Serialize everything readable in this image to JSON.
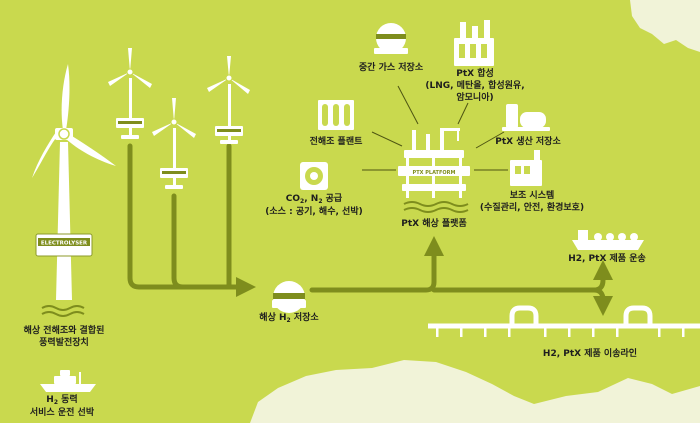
{
  "colors": {
    "background": "#c9d94e",
    "flow": "#7e8d1d",
    "land": "#f1f3d8",
    "icon": "#ffffff",
    "icon_stroke": "#c9d94e",
    "text": "#1e1e1e"
  },
  "turbine_sign": "ELECTROLYSER",
  "platform_sign": "PTX PLATFORM",
  "labels": {
    "offshore_wind": {
      "line1": "해상 전해조와 결합된",
      "line2": "풍력발전장치"
    },
    "h2_service": {
      "pre": "H",
      "sub": "2",
      "post": " 동력",
      "line2": "서비스 운전 선박"
    },
    "h2_storage": {
      "pre": "해상 H",
      "sub": "2",
      "post": " 저장소"
    },
    "gas_storage": "중간 가스 저장소",
    "ptx_synthesis": {
      "line1": "PtX 합성",
      "line2": "(LNG, 메탄올, 합성원유,",
      "line3": "암모니아)"
    },
    "electrolyser_plant": "전해조 플랜트",
    "ptx_production_storage": "PtX 생산 저장소",
    "co2_supply": {
      "pre1": "CO",
      "sub1": "2",
      "mid": ", N",
      "sub2": "2",
      "post": " 공급",
      "line2": "(소스 : 공기, 해수, 선박)"
    },
    "auxiliary_system": {
      "line1": "보조 시스템",
      "line2": "(수질관리, 안전, 환경보호)"
    },
    "ptx_platform": "PtX 해상 플랫폼",
    "ship_transport": "H2, PtX 제품 운송",
    "pipeline": "H2, PtX 제품 이송라인"
  }
}
